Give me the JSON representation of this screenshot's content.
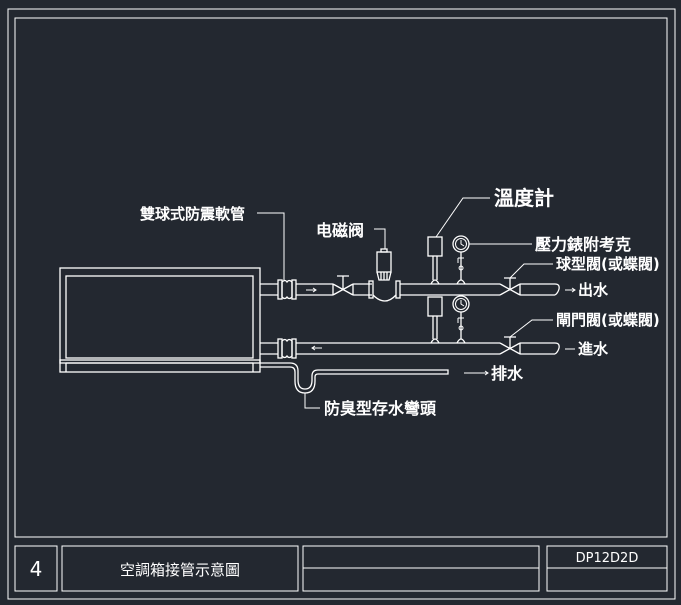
{
  "drawing": {
    "background": "#232830",
    "line_color": "#ffffff",
    "labels": {
      "flex_connector": "雙球式防震軟管",
      "solenoid_valve": "电磁阀",
      "thermometer": "溫度計",
      "pressure_gauge": "壓力錶附考克",
      "ball_valve": "球型閥(或蝶閥)",
      "outlet": "出水",
      "gate_valve": "閘門閥(或蝶閥)",
      "inlet": "進水",
      "drain": "排水",
      "trap": "防臭型存水彎頭"
    }
  },
  "title_block": {
    "sheet_number": "4",
    "title": "空調箱接管示意圖",
    "drawing_code": "DP12D2D",
    "blank_cells": [
      "",
      "",
      ""
    ]
  }
}
